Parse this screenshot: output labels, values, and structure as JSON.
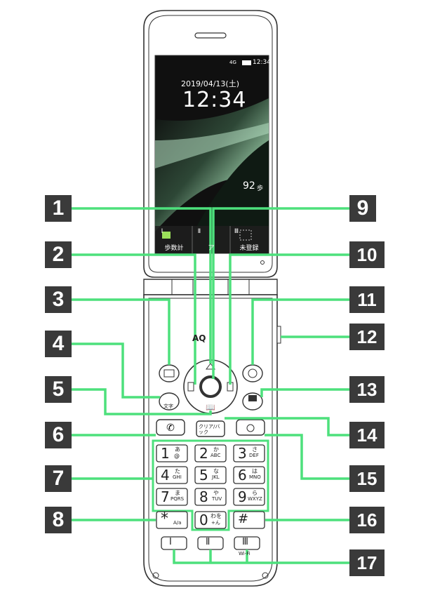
{
  "screen": {
    "status_time": "12:34",
    "status_network": "4G",
    "date": "2019/04/13(土)",
    "clock": "12:34",
    "steps": "92",
    "steps_unit": "歩",
    "softkeys": [
      {
        "num": "Ⅰ",
        "label": "歩数計"
      },
      {
        "num": "Ⅱ",
        "label": "ア"
      },
      {
        "num": "Ⅲ",
        "label": "未登録"
      }
    ]
  },
  "phone": {
    "brand_partial": "AQ",
    "clear_key": "クリア/バック",
    "keys": [
      {
        "digit": "1",
        "kana": "あ",
        "alpha": "@"
      },
      {
        "digit": "2",
        "kana": "か",
        "alpha": "ABC"
      },
      {
        "digit": "3",
        "kana": "さ",
        "alpha": "DEF"
      },
      {
        "digit": "4",
        "kana": "た",
        "alpha": "GHI"
      },
      {
        "digit": "5",
        "kana": "な",
        "alpha": "JKL"
      },
      {
        "digit": "6",
        "kana": "は",
        "alpha": "MNO"
      },
      {
        "digit": "7",
        "kana": "ま",
        "alpha": "PQRS"
      },
      {
        "digit": "8",
        "kana": "や",
        "alpha": "TUV"
      },
      {
        "digit": "9",
        "kana": "ら",
        "alpha": "WXYZ"
      },
      {
        "digit": "0",
        "kana": "わを",
        "alpha": "+ん"
      }
    ],
    "star_key": "*",
    "star_sub": "A/a",
    "hash_key": "#",
    "side_key_label": "文字",
    "bottom_keys": [
      "Ⅰ",
      "Ⅱ",
      "Ⅲ"
    ],
    "wifi_label": "Wi-Fi"
  },
  "callouts": [
    "1",
    "2",
    "3",
    "4",
    "5",
    "6",
    "7",
    "8",
    "9",
    "10",
    "11",
    "12",
    "13",
    "14",
    "15",
    "16",
    "17"
  ],
  "colors": {
    "callout_line": "#4de07c",
    "callout_box": "#3a3a3a",
    "phone_outline": "#333333",
    "screen_bg": "#1a1a1a",
    "screen_accent": "#8fd0a0"
  }
}
